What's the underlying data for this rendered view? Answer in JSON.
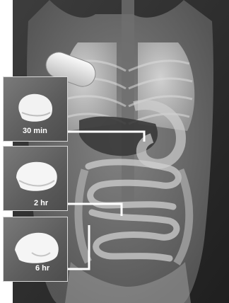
{
  "samples": [
    {
      "label": "30 min"
    },
    {
      "label": "2 hr"
    },
    {
      "label": "6 hr"
    }
  ],
  "colors": {
    "background_dark": "#2b2b2b",
    "organ_light": "#c9c9c9",
    "organ_dark": "#3a3a3a",
    "callout_line": "#ffffff",
    "label_text": "#ffffff"
  }
}
